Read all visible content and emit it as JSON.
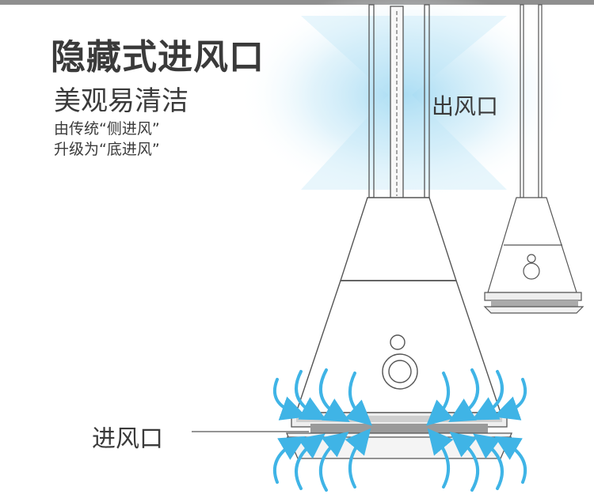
{
  "headline": "隐藏式进风口",
  "subheadline": "美观易清洁",
  "description": {
    "line1": "由传统“侧进风”",
    "line2": "升级为“底进风”"
  },
  "labels": {
    "air_outlet": "出风口",
    "air_inlet": "进风口"
  },
  "colors": {
    "airflow_blue": "#3fb4e6",
    "glow_blue": "#bfe6f7",
    "text": "#3a3a3a",
    "line": "#555555"
  }
}
